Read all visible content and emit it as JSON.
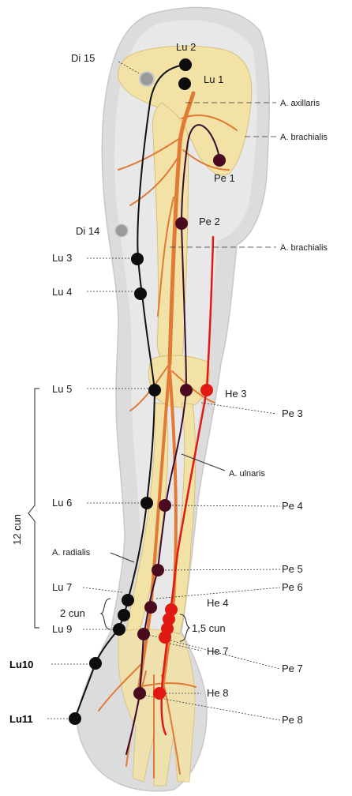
{
  "points": {
    "lu1": "Lu 1",
    "lu2": "Lu 2",
    "lu3": "Lu 3",
    "lu4": "Lu 4",
    "lu5": "Lu 5",
    "lu6": "Lu 6",
    "lu7": "Lu 7",
    "lu9": "Lu 9",
    "lu10": "Lu10",
    "lu11": "Lu11",
    "di15": "Di 15",
    "di14": "Di 14",
    "pe1": "Pe 1",
    "pe2": "Pe 2",
    "pe3": "Pe 3",
    "pe4": "Pe 4",
    "pe5": "Pe 5",
    "pe6": "Pe 6",
    "pe7": "Pe 7",
    "pe8": "Pe 8",
    "he3": "He 3",
    "he4": "He 4",
    "he7": "He 7",
    "he8": "He 8"
  },
  "arteries": {
    "axillaris": "A. axillaris",
    "brachialis_upper": "A. brachialis",
    "brachialis_lower": "A. brachialis",
    "ulnaris": "A. ulnaris",
    "radialis": "A. radialis"
  },
  "measures": {
    "cun12": "12 cun",
    "cun2": "2 cun",
    "cun15": "1,5 cun"
  },
  "colors": {
    "lung_meridian": "#111111",
    "pericardium_meridian": "#3a0e33",
    "heart_meridian": "#e01a12",
    "artery": "#e07a35",
    "large_intestine_point": "#9a9a9a",
    "bone": "#f2e2a6",
    "skin": "#dcdcdc"
  }
}
